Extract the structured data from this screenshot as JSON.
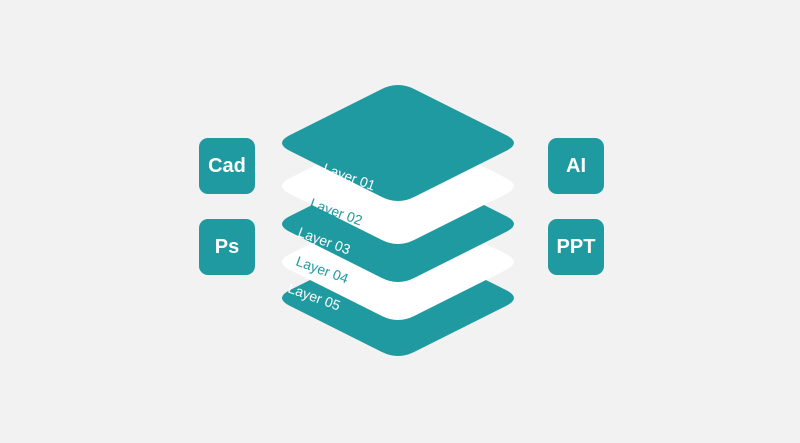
{
  "colors": {
    "background": "#f2f2f2",
    "teal": "#1e9aa0",
    "white": "#ffffff"
  },
  "badges": {
    "cad": "Cad",
    "ps": "Ps",
    "ai": "AI",
    "ppt": "PPT"
  },
  "layers": [
    {
      "label": "Layer 01",
      "fill": "teal"
    },
    {
      "label": "Layer 02",
      "fill": "white"
    },
    {
      "label": "Layer 03",
      "fill": "teal"
    },
    {
      "label": "Layer 04",
      "fill": "white"
    },
    {
      "label": "Layer 05",
      "fill": "teal"
    }
  ]
}
